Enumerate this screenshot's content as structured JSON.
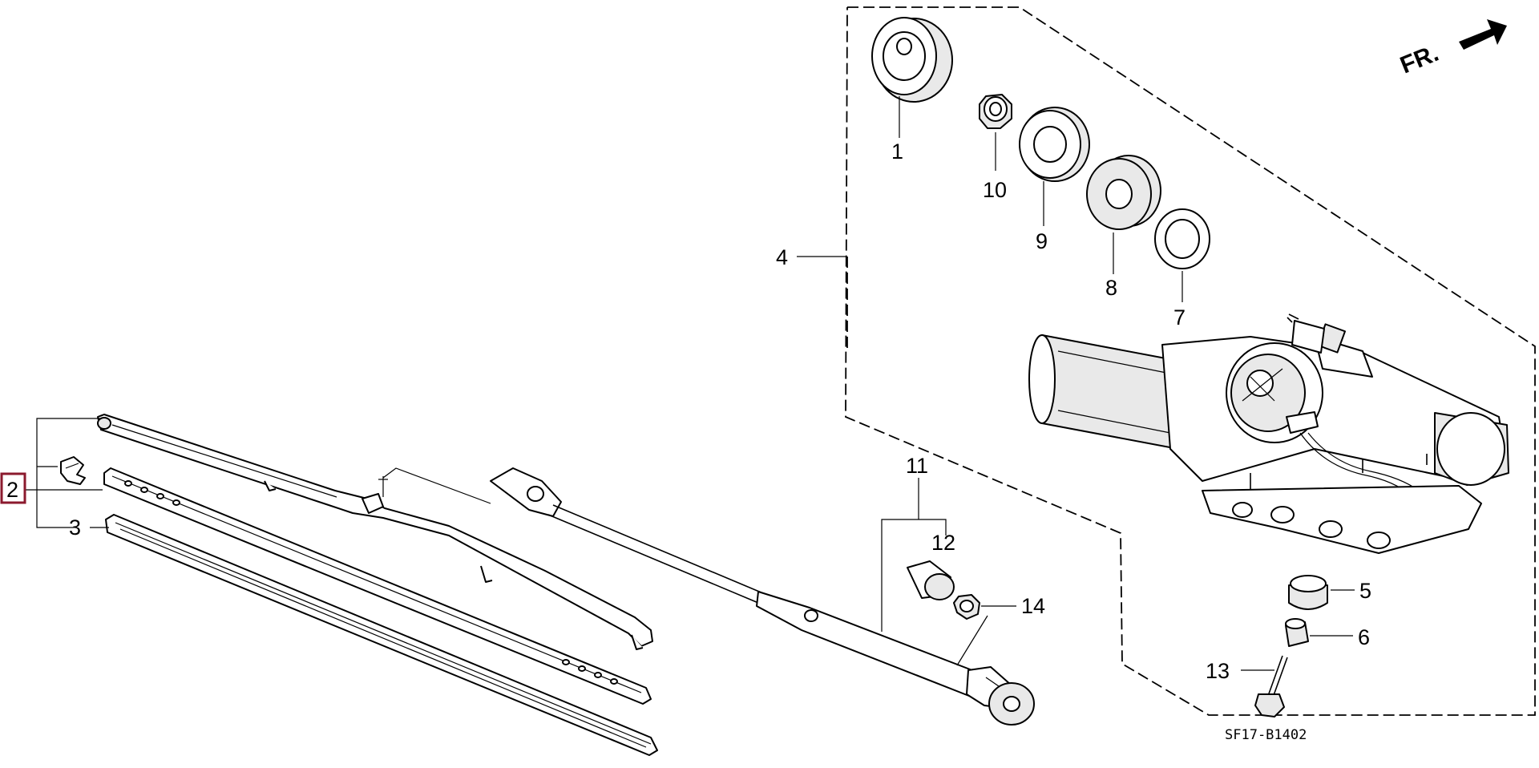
{
  "diagram": {
    "code": "SF17-B1402",
    "direction": "FR.",
    "highlighted": "2",
    "highlight_color": "#8b1a2e",
    "callouts": {
      "c1": "1",
      "c2": "2",
      "c3": "3",
      "c4": "4",
      "c5": "5",
      "c6": "6",
      "c7": "7",
      "c8": "8",
      "c9": "9",
      "c10": "10",
      "c11": "11",
      "c12": "12",
      "c13": "13",
      "c14": "14"
    }
  }
}
